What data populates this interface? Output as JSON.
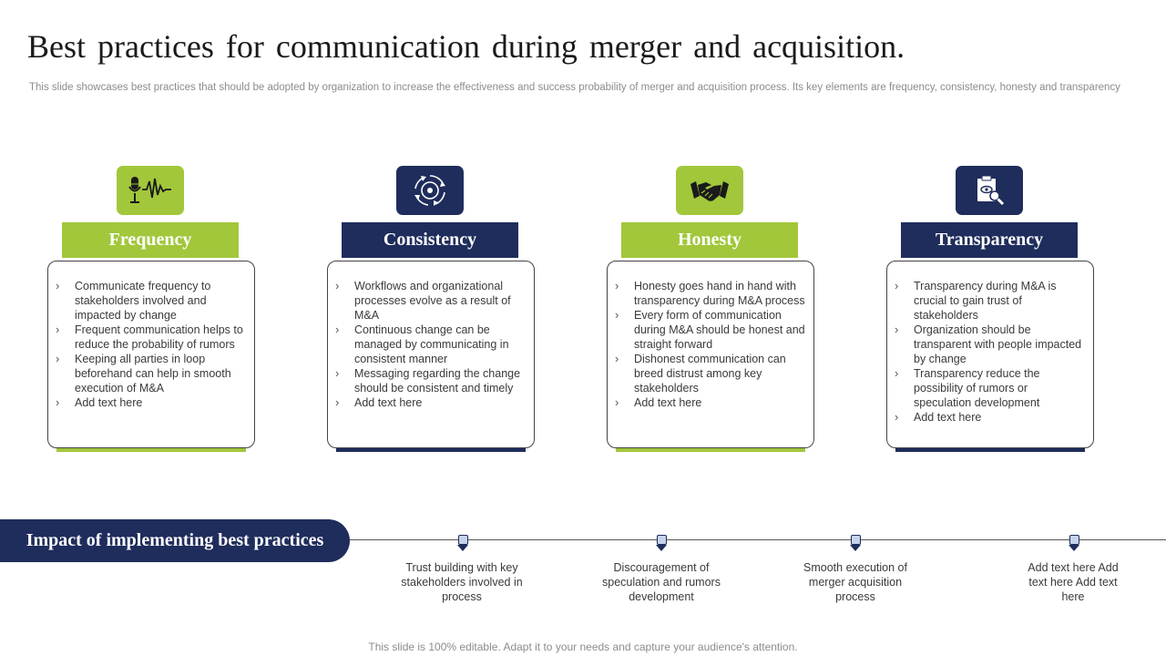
{
  "title": "Best practices for communication during merger and acquisition.",
  "subtitle": "This slide showcases best practices that should be adopted by organization to increase the effectiveness and success probability of merger and acquisition process. Its key elements are frequency, consistency, honesty and transparency",
  "columns": [
    {
      "heading": "Frequency",
      "icon": "microphone-soundwave-icon",
      "color": "#a2c73b",
      "bullets": [
        "Communicate frequency to stakeholders involved and impacted by change",
        "Frequent communication helps to reduce the probability of rumors",
        "Keeping all parties in loop beforehand can help in smooth execution of M&A",
        "Add text here"
      ]
    },
    {
      "heading": "Consistency",
      "icon": "cycle-arrows-icon",
      "color": "#1f2d5c",
      "bullets": [
        "Workflows and organizational processes evolve as a result of M&A",
        "Continuous change can be managed by communicating in consistent manner",
        "Messaging regarding the change should be consistent and timely",
        "Add text here"
      ]
    },
    {
      "heading": "Honesty",
      "icon": "handshake-icon",
      "color": "#a2c73b",
      "bullets": [
        "Honesty goes hand in hand with transparency during M&A process",
        "Every form of communication during M&A should be honest and straight forward",
        "Dishonest communication can breed distrust among key stakeholders",
        "Add text here"
      ]
    },
    {
      "heading": "Transparency",
      "icon": "document-magnifier-icon",
      "color": "#1f2d5c",
      "bullets": [
        "Transparency during M&A is crucial to gain trust of stakeholders",
        "Organization should be transparent with people impacted by change",
        "Transparency reduce the possibility of rumors or speculation development",
        "Add text here"
      ]
    }
  ],
  "impact": {
    "label": "Impact of implementing best practices",
    "items": [
      "Trust building with key stakeholders involved in process",
      "Discouragement of speculation and rumors development",
      "Smooth execution of merger acquisition process",
      "Add text here Add text here Add text here"
    ]
  },
  "footer": "This slide is 100% editable. Adapt it to your needs and capture your audience's attention."
}
